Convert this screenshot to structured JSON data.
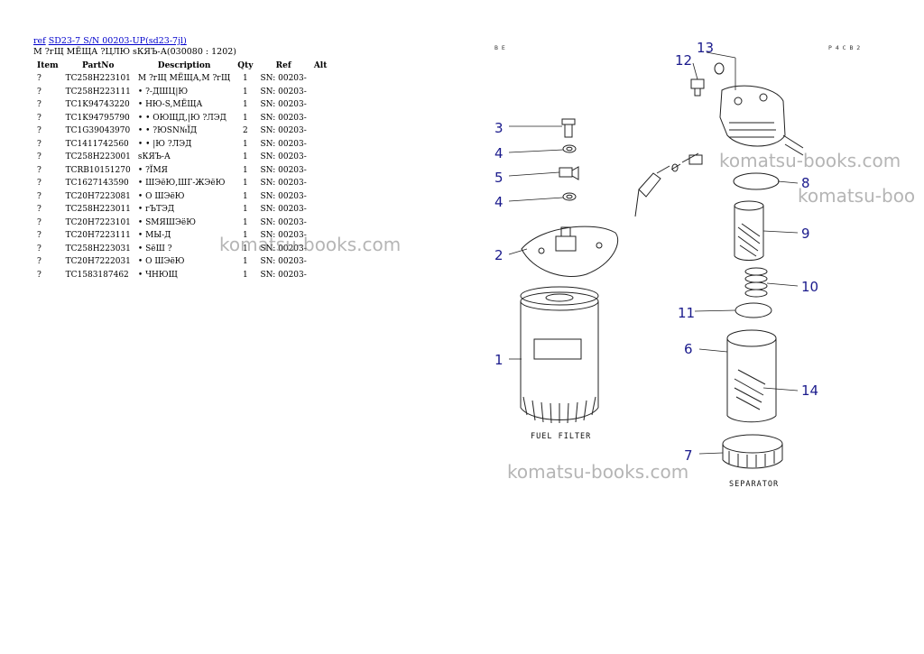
{
  "header": {
    "ref_link": "ref",
    "model_link": "SD23-7 S/N 00203-UP(sd23-7jl)",
    "title": "М ?гЩ МЁЩА ?ЦЛЮ sКЯЪ-А(030080 : 1202)"
  },
  "table": {
    "columns": [
      "Item",
      "PartNo",
      "Description",
      "Qty",
      "Ref",
      "Alt"
    ],
    "rows": [
      {
        "item": "?",
        "part": "TC258H223101",
        "desc": "М ?гЩ МЁЩА,М ?гЩ",
        "qty": "1",
        "ref": "SN: 00203-"
      },
      {
        "item": "?",
        "part": "TC258H223111",
        "desc": "• ?-ДШЦ|Ю",
        "qty": "1",
        "ref": "SN: 00203-"
      },
      {
        "item": "?",
        "part": "TC1K94743220",
        "desc": "• НЮ-S,МЁЩА",
        "qty": "1",
        "ref": "SN: 00203-"
      },
      {
        "item": "?",
        "part": "TC1K94795790",
        "desc": "• • ОЮЩД,|Ю ?ЛЭД",
        "qty": "1",
        "ref": "SN: 00203-"
      },
      {
        "item": "?",
        "part": "TC1G39043970",
        "desc": "• • ?ЮSN№ЇД",
        "qty": "2",
        "ref": "SN: 00203-"
      },
      {
        "item": "?",
        "part": "TC1411742560",
        "desc": "• • |Ю ?ЛЭД",
        "qty": "1",
        "ref": "SN: 00203-"
      },
      {
        "item": "?",
        "part": "TC258H223001",
        "desc": "sКЯЪ-А",
        "qty": "1",
        "ref": "SN: 00203-"
      },
      {
        "item": "?",
        "part": "TCRB10151270",
        "desc": "• ?ЇМЯ",
        "qty": "1",
        "ref": "SN: 00203-"
      },
      {
        "item": "?",
        "part": "TC1627143590",
        "desc": "• ШЭёЮ,ШГ-ЖЭёЮ",
        "qty": "1",
        "ref": "SN: 00203-"
      },
      {
        "item": "?",
        "part": "TC20H7223081",
        "desc": "• О ШЭёЮ",
        "qty": "1",
        "ref": "SN: 00203-"
      },
      {
        "item": "?",
        "part": "TC258H223011",
        "desc": "• гЪТЭД",
        "qty": "1",
        "ref": "SN: 00203-"
      },
      {
        "item": "?",
        "part": "TC20H7223101",
        "desc": "• SМЯШЭёЮ",
        "qty": "1",
        "ref": "SN: 00203-"
      },
      {
        "item": "?",
        "part": "TC20H7223111",
        "desc": "• МЫ-Д",
        "qty": "1",
        "ref": "SN: 00203-"
      },
      {
        "item": "?",
        "part": "TC258H223031",
        "desc": "• SёШ ?",
        "qty": "1",
        "ref": "SN: 00203-"
      },
      {
        "item": "?",
        "part": "TC20H7222031",
        "desc": "• О ШЭёЮ",
        "qty": "1",
        "ref": "SN: 00203-"
      },
      {
        "item": "?",
        "part": "TC1583187462",
        "desc": "• ЧНЮЩ",
        "qty": "1",
        "ref": "SN: 00203-"
      }
    ]
  },
  "watermarks": [
    "komatsu-books.com",
    "komatsu-books.com",
    "komatsu-books.com",
    "komatsu-boo"
  ],
  "diagram": {
    "corner_left": "В Е",
    "corner_right": "Р 4 С В 2",
    "callouts": [
      "1",
      "2",
      "3",
      "4",
      "5",
      "4",
      "6",
      "7",
      "8",
      "9",
      "10",
      "11",
      "12",
      "13",
      "14"
    ],
    "caption_fuel": "FUEL FILTER",
    "caption_sep": "SEPARATOR",
    "callout_color": "#1a1a8c"
  }
}
